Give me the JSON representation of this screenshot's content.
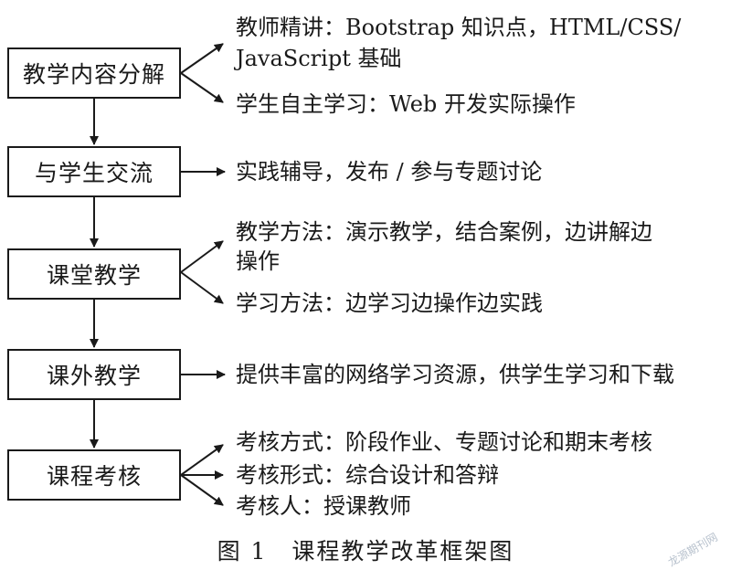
{
  "colors": {
    "line": "#1a1a1a",
    "background": "#ffffff"
  },
  "stages": [
    {
      "label": "教学内容分解"
    },
    {
      "label": "与学生交流"
    },
    {
      "label": "课堂教学"
    },
    {
      "label": "课外教学"
    },
    {
      "label": "课程考核"
    }
  ],
  "details": {
    "stage1": [
      "教师精讲：Bootstrap 知识点，HTML/CSS/",
      "JavaScript 基础",
      "学生自主学习：Web 开发实际操作"
    ],
    "stage2": [
      "实践辅导，发布 / 参与专题讨论"
    ],
    "stage3": [
      "教学方法：演示教学，结合案例，边讲解边",
      "操作",
      "学习方法：边学习边操作边实践"
    ],
    "stage4": [
      "提供丰富的网络学习资源，供学生学习和下载"
    ],
    "stage5": [
      "考核方式：阶段作业、专题讨论和期末考核",
      "考核形式：综合设计和答辩",
      "考核人：授课教师"
    ]
  },
  "caption": "图 1　课程教学改革框架图",
  "watermark": "龙源期刊网"
}
